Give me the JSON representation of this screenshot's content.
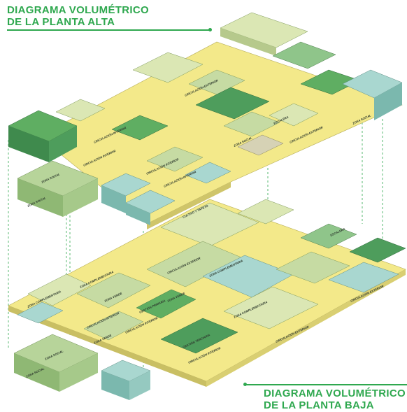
{
  "titles": {
    "top_line1": "DIAGRAMA VOLUMÉTRICO",
    "top_line2": "DE LA PLANTA ALTA",
    "bottom_line1": "DIAGRAMA VOLUMÉTRICO",
    "bottom_line2": "DE LA PLANTA BAJA"
  },
  "colors": {
    "title_green": "#2fa84f",
    "circulation_yellow": "#f3e98a",
    "light_green": "#dbe7b4",
    "mid_green": "#8fc58a",
    "dark_green": "#4e9d5c",
    "teal": "#a9d7d0",
    "grey": "#d6d2b5"
  },
  "upper_labels": {
    "circ_ext_1": "CIRCULACIÓN EXTERIOR",
    "circ_ext_2": "CIRCULACIÓN EXTERIOR",
    "circ_int_1": "CIRCULACIÓN INTERIOR",
    "circ_int_2": "CIRCULACIÓN INTERIOR",
    "circ_int_3": "CIRCULACIÓN INTERIOR",
    "circ_int_4": "CIRCULACIÓN INTERIOR",
    "zona_social": "ZONA SOCIAL",
    "zona_social_2": "ZONA SOCIAL",
    "zona_social_3": "ZONA SOCIAL",
    "zona_social_4": "ZONA SOCIAL",
    "escalera": "ESCALERA"
  },
  "lower_labels": {
    "cultivo": "CULTIVO Y TAPETO",
    "zona_comp_1": "ZONA COMPLEMENTARIA",
    "zona_comp_2": "ZONA COMPLEMENTARIA",
    "zona_comp_3": "ZONA COMPLEMENTARIA",
    "zona_comp_4": "ZONA COMPLEMENTARIA",
    "circ_ext_1": "CIRCULACIÓN EXTERIOR",
    "circ_ext_2": "CIRCULACIÓN EXTERIOR",
    "circ_ext_3": "CIRCULACIÓN EXTERIOR",
    "circ_int_1": "CIRCULACIÓN INTERIOR",
    "circ_int_2": "CIRCULACIÓN INTERIOR",
    "circ_int_3": "CIRCULACIÓN INTERIOR",
    "zona_verde_1": "ZONA VERDE",
    "zona_verde_2": "ZONA VERDE",
    "zona_verde_3": "ZONA VERDE",
    "zona_social_1": "ZONA SOCIAL",
    "zona_social_2": "ZONA SOCIAL",
    "gestion": "GESTIÓN PRIMARIA",
    "gestion_terciaria": "GESTIÓN TERCIARIA",
    "escalera": "ESCALERA"
  }
}
